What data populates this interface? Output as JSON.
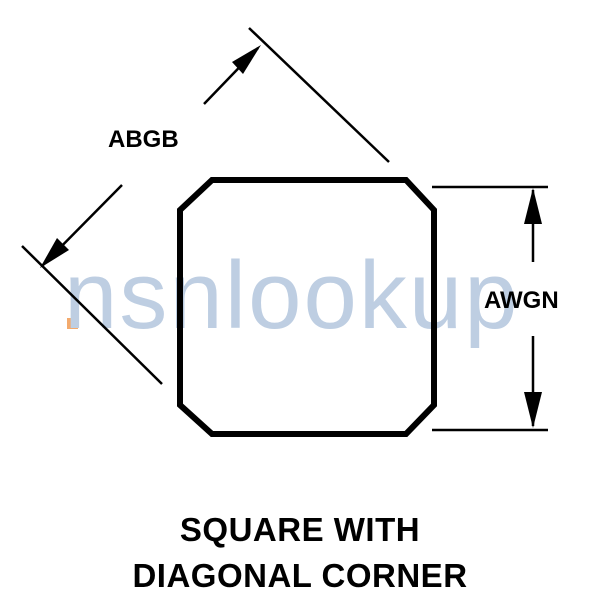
{
  "diagram": {
    "dimension_labels": {
      "across_corners": "ABGB",
      "across_flats": "AWGN"
    },
    "caption": {
      "line1": "SQUARE WITH",
      "line2": "DIAGONAL CORNER"
    },
    "watermark": {
      "text_main": "nsnlookup"
    }
  },
  "colors": {
    "line": "#000000",
    "background": "#ffffff",
    "watermark_blue": "#b7c9df",
    "watermark_orange": "#f2a15e"
  }
}
